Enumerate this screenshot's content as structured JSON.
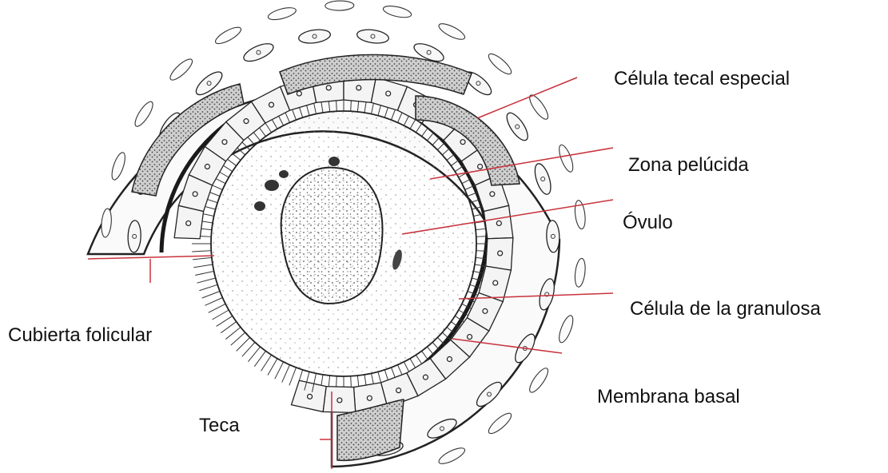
{
  "labels": {
    "theca_special_cell": "Célula tecal especial",
    "zona_pellucida": "Zona pelúcida",
    "ovum": "Óvulo",
    "granulosa_cell": "Célula de la granulosa",
    "follicular_cover": "Cubierta folicular",
    "basal_membrane": "Membrana basal",
    "theca": "Teca"
  },
  "colors": {
    "leader_line": "#c8323c",
    "ink": "#222222",
    "stipple": "#555555",
    "paper": "#ffffff"
  }
}
